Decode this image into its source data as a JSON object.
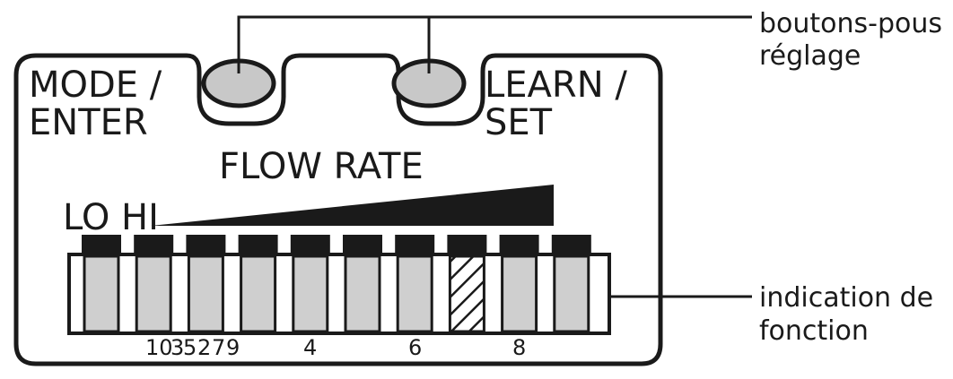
{
  "panel": {
    "left_button_label_line1": "MODE /",
    "left_button_label_line2": "ENTER",
    "right_button_label_line1": "LEARN /",
    "right_button_label_line2": "SET",
    "flow_rate_label": "FLOW RATE",
    "lo_hi_label": "LO HI"
  },
  "callouts": {
    "buttons_line1": "boutons-pous",
    "buttons_line2": "réglage",
    "indicator_line1": "indication de",
    "indicator_line2": "fonction"
  },
  "segments": {
    "count": 10,
    "active_index": 7,
    "scale_labels": [
      "10",
      "3",
      "5",
      "2",
      "7",
      "9",
      "4",
      "6",
      "8"
    ]
  },
  "colors": {
    "ink": "#1a1a1a",
    "segment_fill": "#cfcfcf",
    "button_fill": "#c8c8c8",
    "background": "#ffffff"
  }
}
